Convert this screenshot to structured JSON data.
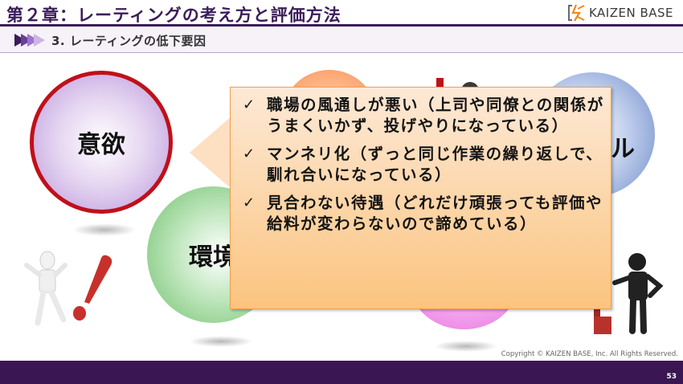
{
  "header": {
    "title": "第２章：レーティングの考え方と評価方法",
    "logo_text": "KAIZEN BASE",
    "logo_icon": "kaizen-k-star-icon"
  },
  "section": {
    "subtitle": "3. レーティングの低下要因",
    "arrow_icon": "triple-chevron-arrow-icon"
  },
  "diagram": {
    "circles": [
      {
        "label": "意欲",
        "color": "#b998dc",
        "border": "#c0101a"
      },
      {
        "label": "",
        "color": "#f4915a"
      },
      {
        "label": "ル",
        "color": "#6e8cc9"
      },
      {
        "label": "環境",
        "color": "#6fc06c"
      },
      {
        "label": "",
        "color": "#e57de0"
      }
    ],
    "callout": {
      "bullets": [
        "職場の風通しが悪い（上司や同僚との関係がうまくいかず、投げやりになっている）",
        "マンネリ化（ずっと同じ作業の繰り返しで、馴れ合いになっている）",
        "見合わない待遇（どれだけ頑張っても評価や給料が変わらないので諦めている）"
      ],
      "check_mark": "✓",
      "fill_color": "#fbc47f",
      "border_color": "#f0a04b"
    }
  },
  "footer": {
    "copyright": "Copyright ©  KAIZEN BASE, Inc.  All Rights Reserved.",
    "page_number": "53"
  },
  "colors": {
    "brand_purple": "#3b1d5a",
    "footer_bar": "#3a1752",
    "accent_red": "#c0101a"
  }
}
